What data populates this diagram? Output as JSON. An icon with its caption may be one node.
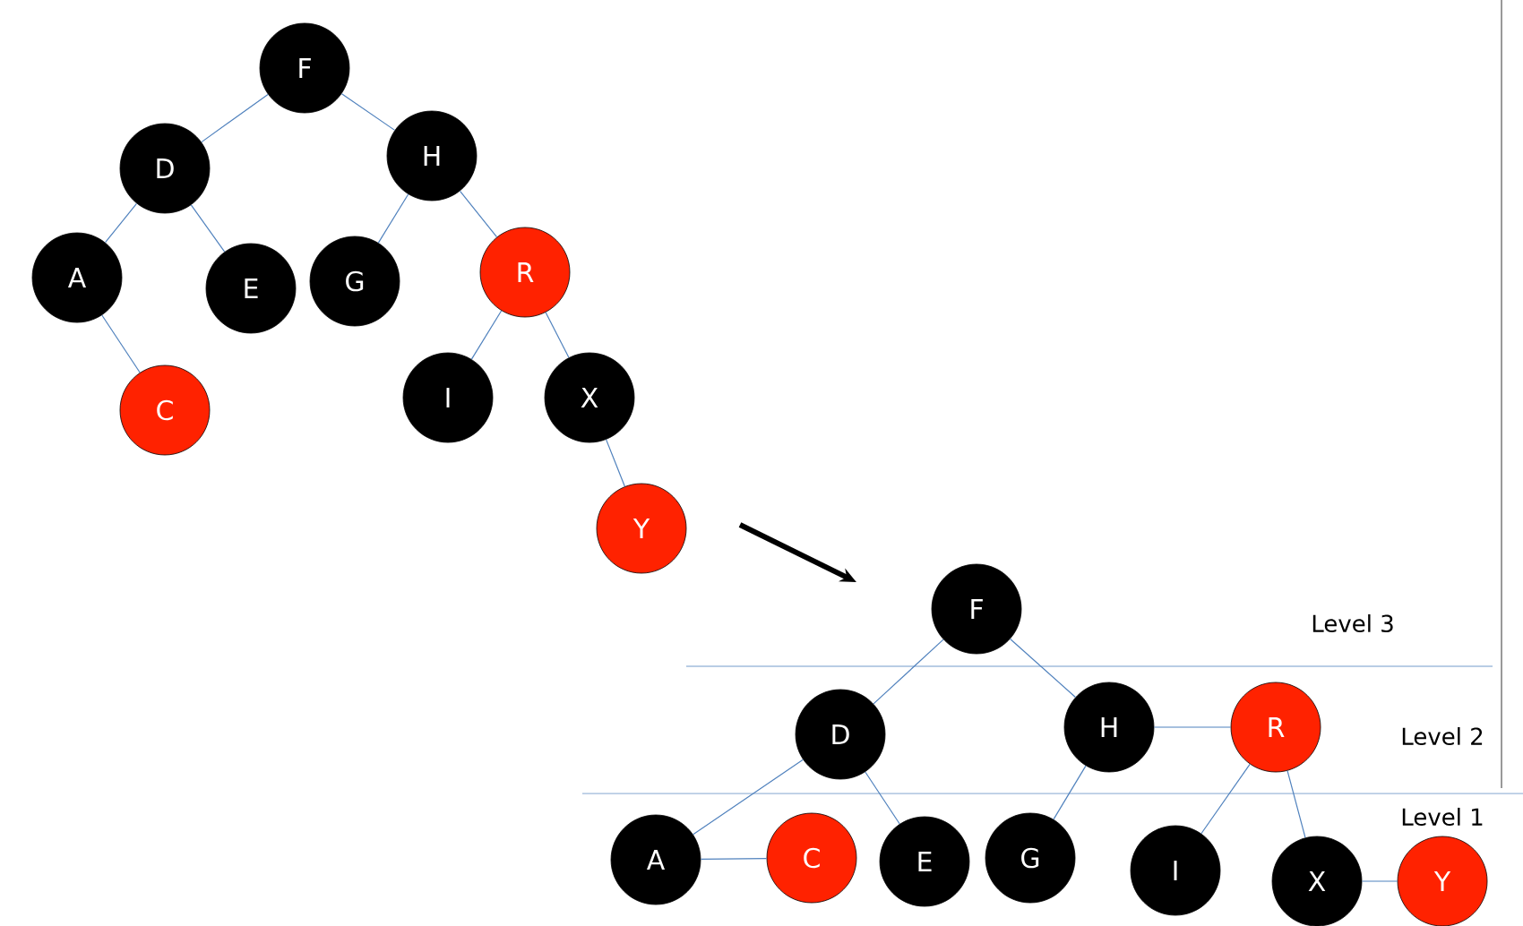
{
  "diagram": {
    "nodes": [
      {
        "text": [
          "F"
        ]
      },
      {
        "text": [
          "D"
        ]
      },
      {
        "text": [
          "H"
        ]
      },
      {
        "text": [
          "A"
        ]
      },
      {
        "text": [
          "E"
        ]
      },
      {
        "text": [
          "G"
        ]
      },
      {
        "text": [
          "R"
        ]
      },
      {
        "text": [
          "C"
        ]
      },
      {
        "text": [
          "I"
        ]
      },
      {
        "text": [
          "X"
        ]
      },
      {
        "text": [
          "Y"
        ]
      },
      {
        "text": [
          "F"
        ]
      },
      {
        "text": [
          "D"
        ]
      },
      {
        "text": [
          "H"
        ]
      },
      {
        "text": [
          "R"
        ]
      },
      {
        "text": [
          "A"
        ]
      },
      {
        "text": [
          "C"
        ]
      },
      {
        "text": [
          "E"
        ]
      },
      {
        "text": [
          "G"
        ]
      },
      {
        "text": [
          "I"
        ]
      },
      {
        "text": [
          "X"
        ]
      },
      {
        "text": [
          "Y"
        ]
      }
    ],
    "edges": [
      {
        "from": 0,
        "to": 1,
        "arrow": "none"
      },
      {
        "from": 0,
        "to": 2,
        "arrow": "none"
      },
      {
        "from": 1,
        "to": 3,
        "arrow": "none"
      },
      {
        "from": 1,
        "to": 4,
        "arrow": "none"
      },
      {
        "from": 2,
        "to": 5,
        "arrow": "none"
      },
      {
        "from": 2,
        "to": 6,
        "arrow": "none"
      },
      {
        "from": 3,
        "to": 7,
        "arrow": "none"
      },
      {
        "from": 6,
        "to": 8,
        "arrow": "none"
      },
      {
        "from": 6,
        "to": 9,
        "arrow": "none"
      },
      {
        "from": 9,
        "to": 10,
        "arrow": "none"
      },
      {
        "from": 10,
        "to": 11,
        "arrow": "to",
        "style": "thick",
        "color": "#000000"
      },
      {
        "from": 11,
        "to": 12,
        "arrow": "none"
      },
      {
        "from": 11,
        "to": 13,
        "arrow": "none"
      },
      {
        "from": 13,
        "to": 14,
        "arrow": "none"
      },
      {
        "from": 12,
        "to": 15,
        "arrow": "none"
      },
      {
        "from": 12,
        "to": 17,
        "arrow": "none"
      },
      {
        "from": 15,
        "to": 16,
        "arrow": "none"
      },
      {
        "from": 13,
        "to": 18,
        "arrow": "none"
      },
      {
        "from": 14,
        "to": 19,
        "arrow": "none"
      },
      {
        "from": 14,
        "to": 20,
        "arrow": "none"
      },
      {
        "from": 20,
        "to": 21,
        "arrow": "none"
      }
    ],
    "labels": [
      "Level 3",
      "Level 2",
      "Level 1"
    ]
  }
}
